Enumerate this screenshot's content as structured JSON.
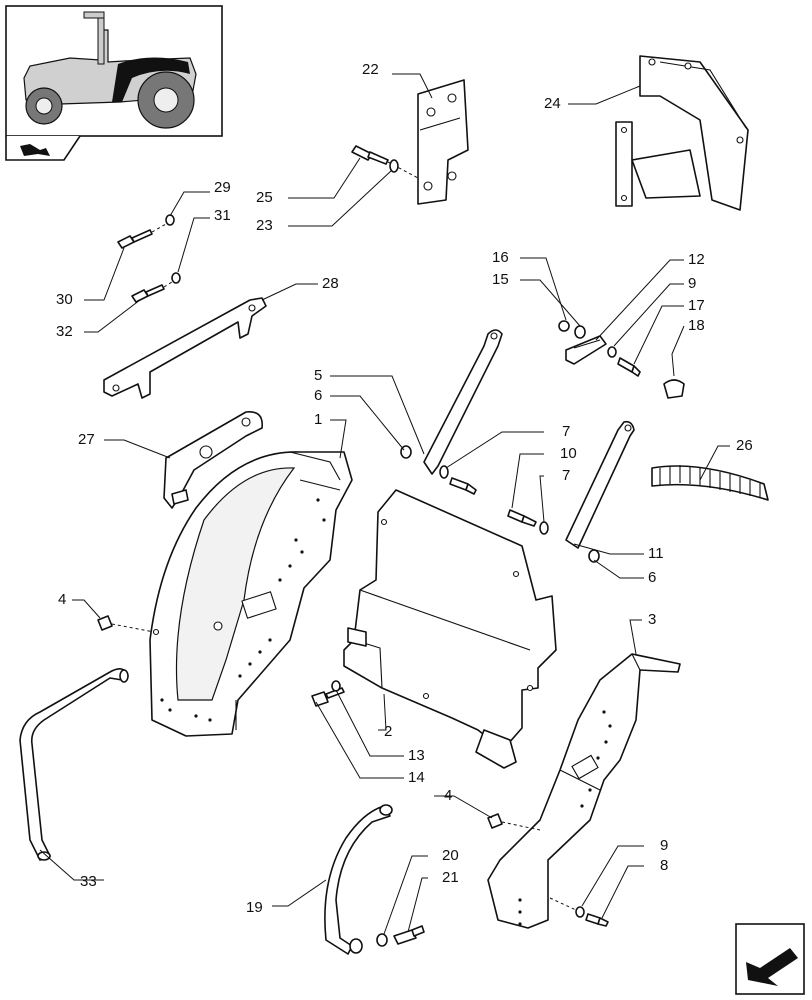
{
  "callouts": {
    "c1": "1",
    "c2": "2",
    "c3": "3",
    "c4a": "4",
    "c4b": "4",
    "c5": "5",
    "c6a": "6",
    "c6b": "6",
    "c7a": "7",
    "c7b": "7",
    "c8": "8",
    "c9a": "9",
    "c9b": "9",
    "c10": "10",
    "c11": "11",
    "c12": "12",
    "c13": "13",
    "c14": "14",
    "c15": "15",
    "c16": "16",
    "c17": "17",
    "c18": "18",
    "c19": "19",
    "c20": "20",
    "c21": "21",
    "c22": "22",
    "c23": "23",
    "c24": "24",
    "c25": "25",
    "c26": "26",
    "c27": "27",
    "c28": "28",
    "c29": "29",
    "c30": "30",
    "c31": "31",
    "c32": "32",
    "c33": "33"
  }
}
